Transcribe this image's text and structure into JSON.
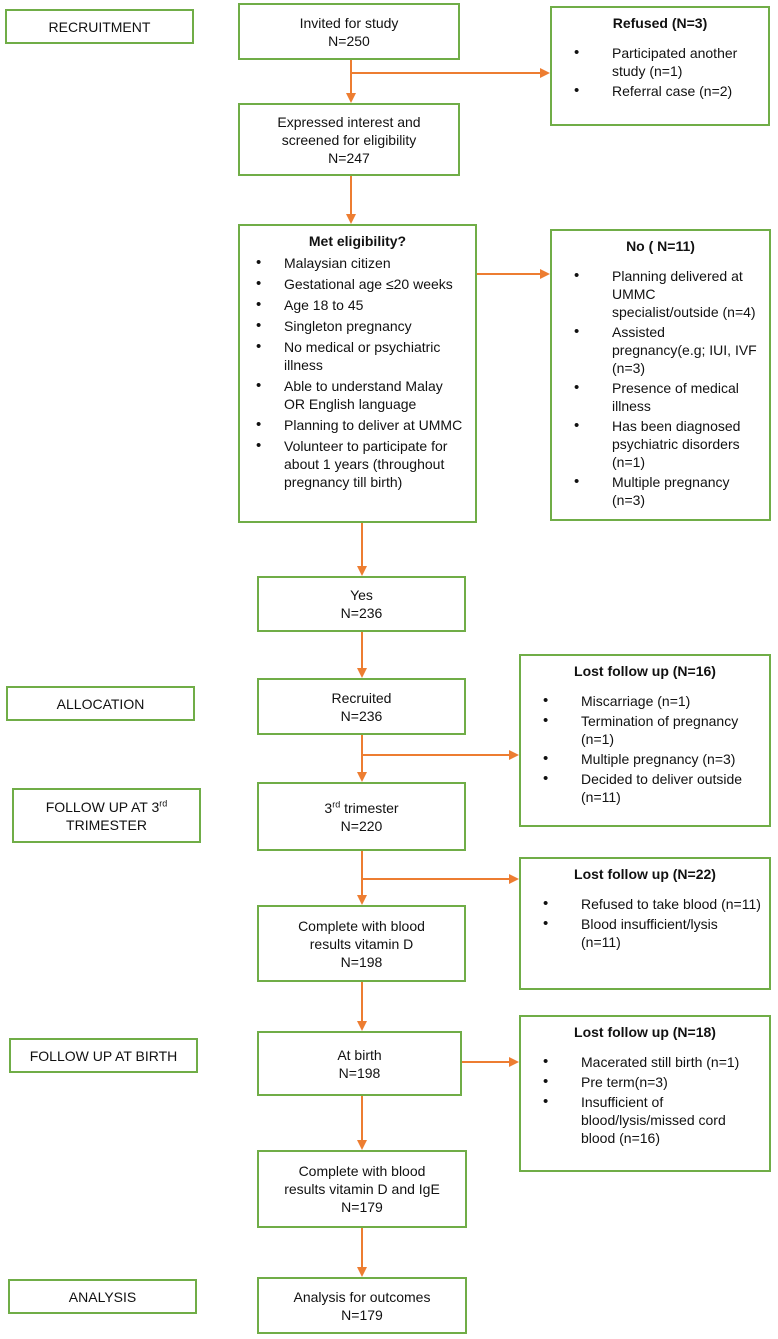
{
  "stages": {
    "recruitment": "RECRUITMENT",
    "allocation": "ALLOCATION",
    "followup_3rd": "FOLLOW UP AT 3",
    "followup_3rd_sup": "rd",
    "followup_3rd_line2": "TRIMESTER",
    "followup_birth": "FOLLOW UP AT BIRTH",
    "analysis": "ANALYSIS"
  },
  "main": {
    "invited": {
      "line1": "Invited for study",
      "count": "N=250"
    },
    "screened": {
      "line1": "Expressed interest and",
      "line2": "screened for eligibility",
      "count": "N=247"
    },
    "eligibility": {
      "title": "Met eligibility?",
      "criteria": [
        "Malaysian citizen",
        "Gestational age ≤20 weeks",
        "Age 18 to 45",
        "Singleton pregnancy",
        "No medical or psychiatric illness",
        "Able to understand Malay OR English language",
        "Planning to deliver at UMMC",
        "Volunteer to participate for about 1 years (throughout pregnancy till birth)"
      ]
    },
    "yes": {
      "line1": "Yes",
      "count": "N=236"
    },
    "recruited": {
      "line1": "Recruited",
      "count": "N=236"
    },
    "third_trimester": {
      "line1": "3",
      "line1_sup": "rd",
      "line1_rest": " trimester",
      "count": "N=220"
    },
    "complete_vitd": {
      "line1": "Complete with blood",
      "line2": "results vitamin D",
      "count": "N=198"
    },
    "at_birth": {
      "line1": "At birth",
      "count": "N=198"
    },
    "complete_vitd_ige": {
      "line1": "Complete with blood",
      "line2": "results vitamin D and IgE",
      "count": "N=179"
    },
    "analysis": {
      "line1": "Analysis for outcomes",
      "count": "N=179"
    }
  },
  "side": {
    "refused": {
      "title": "Refused (N=3)",
      "items": [
        "Participated another study (n=1)",
        "Referral case (n=2)"
      ]
    },
    "no": {
      "title": "No ( N=11)",
      "items": [
        "Planning delivered at UMMC specialist/outside (n=4)",
        "Assisted pregnancy(e.g; IUI, IVF (n=3)",
        "Presence of medical illness",
        "Has been diagnosed psychiatric disorders (n=1)",
        "Multiple pregnancy (n=3)"
      ]
    },
    "lost16": {
      "title": "Lost follow up (N=16)",
      "items": [
        "Miscarriage (n=1)",
        "Termination of pregnancy (n=1)",
        "Multiple pregnancy (n=3)",
        "Decided to deliver outside (n=11)"
      ]
    },
    "lost22": {
      "title": "Lost follow up (N=22)",
      "items": [
        "Refused to take blood (n=11)",
        "Blood insufficient/lysis (n=11)"
      ]
    },
    "lost18": {
      "title": "Lost follow up (N=18)",
      "items": [
        "Macerated still birth (n=1)",
        "Pre term(n=3)",
        "Insufficient of blood/lysis/missed cord blood (n=16)"
      ]
    }
  },
  "colors": {
    "box_border": "#70ad47",
    "arrow": "#ed7d31"
  }
}
